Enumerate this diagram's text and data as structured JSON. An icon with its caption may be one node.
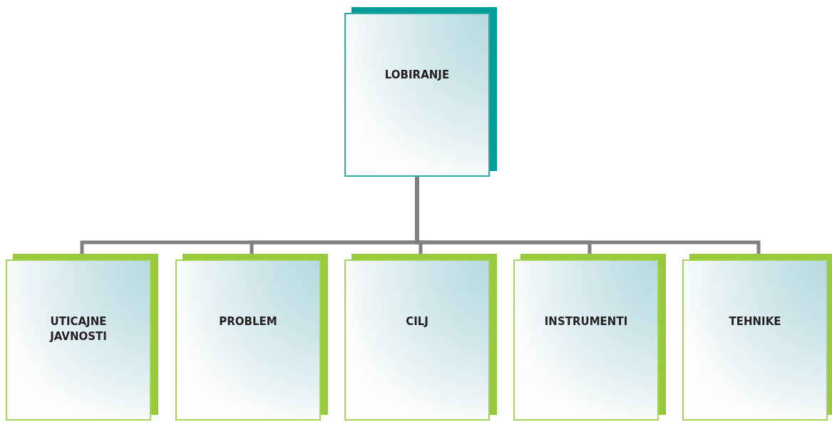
{
  "diagram": {
    "nodes": [
      {
        "text": [
          "LOBIRANJE"
        ]
      },
      {
        "text": [
          "UTICAJNE JAVNOSTI"
        ]
      },
      {
        "text": [
          "PROBLEM"
        ]
      },
      {
        "text": [
          "CILJ"
        ]
      },
      {
        "text": [
          "INSTRUMENTI"
        ]
      },
      {
        "text": [
          "TEHNIKE"
        ]
      }
    ],
    "edges": [
      {
        "from": 0,
        "to": 1,
        "arrow": "none"
      },
      {
        "from": 0,
        "to": 2,
        "arrow": "none"
      },
      {
        "from": 0,
        "to": 3,
        "arrow": "none"
      },
      {
        "from": 0,
        "to": 4,
        "arrow": "none"
      },
      {
        "from": 0,
        "to": 5,
        "arrow": "none"
      }
    ]
  }
}
